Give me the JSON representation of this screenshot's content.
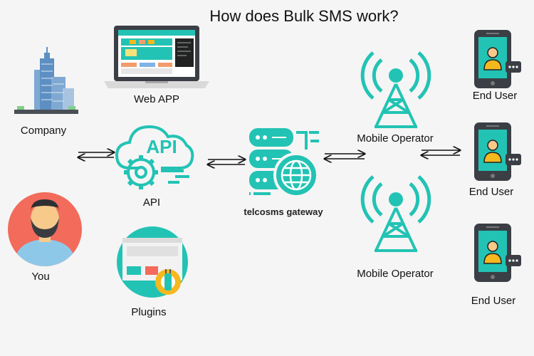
{
  "title": "How does Bulk SMS work?",
  "nodes": {
    "web_app": "Web APP",
    "company": "Company",
    "api": "API",
    "api_badge": "API",
    "you": "You",
    "plugins": "Plugins",
    "gateway": "telcosms gateway",
    "operator_1": "Mobile Operator",
    "operator_2": "Mobile Operator",
    "end_user_1": "End User",
    "end_user_2": "End User",
    "end_user_3": "End User"
  },
  "colors": {
    "teal": "#22c3b4",
    "dark_gray": "#3b3f45",
    "skin": "#f7c98b",
    "avatar_bg": "#f26b5b",
    "plugin_yellow": "#f5b81f"
  }
}
